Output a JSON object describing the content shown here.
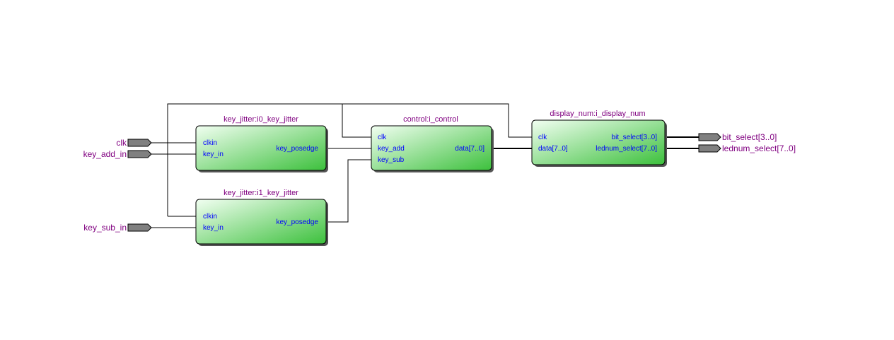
{
  "colors": {
    "block_fill_start": "#f2fff2",
    "block_fill_end": "#3cc03c",
    "title_color": "#800080",
    "port_color": "#0000ff",
    "pin_fill": "#808080"
  },
  "inputs": [
    {
      "id": "clk",
      "label": "clk"
    },
    {
      "id": "key_add_in",
      "label": "key_add_in"
    },
    {
      "id": "key_sub_in",
      "label": "key_sub_in"
    }
  ],
  "outputs": [
    {
      "id": "bit_select",
      "label": "bit_select[3..0]"
    },
    {
      "id": "lednum_select",
      "label": "lednum_select[7..0]"
    }
  ],
  "blocks": {
    "key_jitter_i0": {
      "title": "key_jitter:i0_key_jitter",
      "ports_in": [
        "clkin",
        "key_in"
      ],
      "ports_out": [
        "key_posedge"
      ]
    },
    "key_jitter_i1": {
      "title": "key_jitter:i1_key_jitter",
      "ports_in": [
        "clkin",
        "key_in"
      ],
      "ports_out": [
        "key_posedge"
      ]
    },
    "control": {
      "title": "control:i_control",
      "ports_in": [
        "clk",
        "key_add",
        "key_sub"
      ],
      "ports_out": [
        "data[7..0]"
      ]
    },
    "display_num": {
      "title": "display_num:i_display_num",
      "ports_in": [
        "clk",
        "data[7..0]"
      ],
      "ports_out": [
        "bit_select[3..0]",
        "lednum_select[7..0]"
      ]
    }
  }
}
